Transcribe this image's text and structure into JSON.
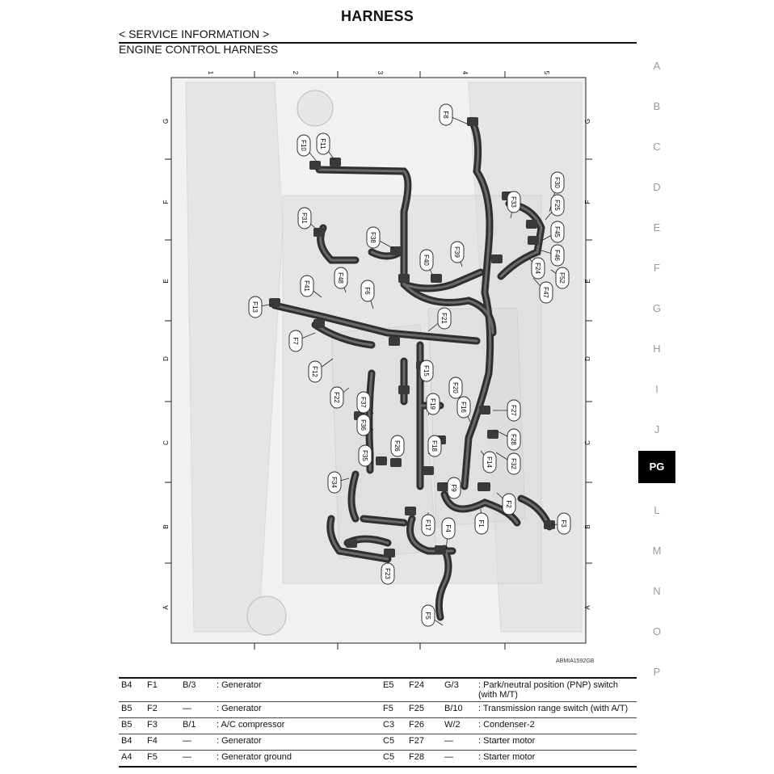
{
  "header": {
    "title": "HARNESS",
    "subtitle": "< SERVICE INFORMATION >",
    "section": "ENGINE CONTROL HARNESS"
  },
  "index_tabs": [
    "A",
    "B",
    "C",
    "D",
    "E",
    "F",
    "G",
    "H",
    "I",
    "J",
    "PG",
    "L",
    "M",
    "N",
    "O",
    "P"
  ],
  "active_tab": "PG",
  "diagram": {
    "code": "ABMIA1592GB",
    "col_labels": [
      "1",
      "2",
      "3",
      "4",
      "5"
    ],
    "row_labels": [
      "G",
      "F",
      "E",
      "D",
      "C",
      "B",
      "A"
    ],
    "connectors": [
      "F8",
      "F10",
      "F11",
      "F30",
      "F33",
      "F25",
      "F31",
      "F38",
      "F45",
      "F39",
      "F40",
      "F24",
      "F46",
      "F41",
      "F48",
      "F6",
      "F47",
      "F52",
      "F13",
      "F21",
      "F7",
      "F15",
      "F12",
      "F20",
      "F19",
      "F22",
      "F37",
      "F16",
      "F27",
      "F36",
      "F28",
      "F26",
      "F18",
      "F35",
      "F14",
      "F32",
      "F34",
      "F9",
      "F2",
      "F1",
      "F3",
      "F17",
      "F4",
      "F23",
      "F5"
    ]
  },
  "table": {
    "rows": [
      {
        "grid": "B4",
        "conn": "F1",
        "color": "B/3",
        "desc": ": Generator",
        "grid2": "E5",
        "conn2": "F24",
        "color2": "G/3",
        "desc2": ": Park/neutral position (PNP) switch (with M/T)"
      },
      {
        "grid": "B5",
        "conn": "F2",
        "color": "—",
        "desc": ": Generator",
        "grid2": "F5",
        "conn2": "F25",
        "color2": "B/10",
        "desc2": ": Transmission range switch (with A/T)"
      },
      {
        "grid": "B5",
        "conn": "F3",
        "color": "B/1",
        "desc": ": A/C compressor",
        "grid2": "C3",
        "conn2": "F26",
        "color2": "W/2",
        "desc2": ": Condenser-2"
      },
      {
        "grid": "B4",
        "conn": "F4",
        "color": "—",
        "desc": ": Generator",
        "grid2": "C5",
        "conn2": "F27",
        "color2": "—",
        "desc2": ": Starter motor"
      },
      {
        "grid": "A4",
        "conn": "F5",
        "color": "—",
        "desc": ": Generator ground",
        "grid2": "C5",
        "conn2": "F28",
        "color2": "—",
        "desc2": ": Starter motor"
      }
    ]
  }
}
